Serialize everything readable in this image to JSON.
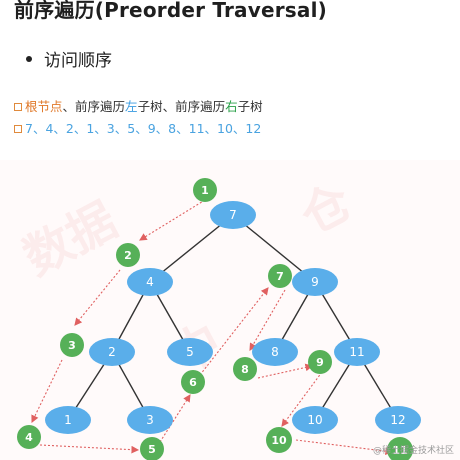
{
  "header": {
    "title": "前序遍历(Preorder Traversal)"
  },
  "bullet": {
    "text": "访问顺序"
  },
  "rule": {
    "root": "根节点",
    "sep1": "、",
    "pre1": "前序遍历",
    "left": "左",
    "tree1": "子树",
    "sep2": "、",
    "pre2": "前序遍历",
    "right": "右",
    "tree2": "子树"
  },
  "sequence": {
    "text": "7、4、2、1、3、5、9、8、11、10、12"
  },
  "watermarks": {
    "bottom": "@稀土掘金技术社区"
  },
  "colors": {
    "node_blue": "#5aaeea",
    "order_green": "#56b058",
    "edge": "#333333",
    "path_red": "#e06060"
  },
  "tree": {
    "nodes": [
      {
        "label": "7"
      },
      {
        "label": "4"
      },
      {
        "label": "9"
      },
      {
        "label": "2"
      },
      {
        "label": "5"
      },
      {
        "label": "8"
      },
      {
        "label": "11"
      },
      {
        "label": "1"
      },
      {
        "label": "3"
      },
      {
        "label": "10"
      },
      {
        "label": "12"
      }
    ],
    "order_markers": [
      "1",
      "2",
      "3",
      "4",
      "5",
      "6",
      "7",
      "8",
      "9",
      "10",
      "11"
    ]
  }
}
